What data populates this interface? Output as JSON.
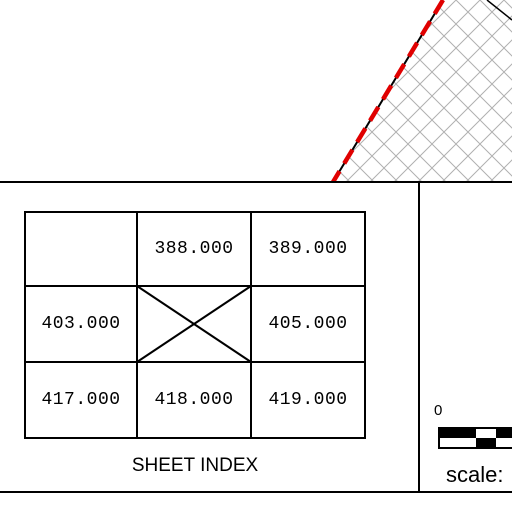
{
  "sheet_index": {
    "title": "SHEET INDEX",
    "rows": [
      [
        "",
        "388.000",
        "389.000"
      ],
      [
        "403.000",
        "",
        "405.000"
      ],
      [
        "417.000",
        "418.000",
        "419.000"
      ]
    ],
    "current_sheet_marker": "X"
  },
  "scale_bar": {
    "zero_label": "0",
    "label": "scale:"
  },
  "colors": {
    "boundary_dash": "#e00000",
    "hatch": "#b0b0b0",
    "line": "#000000"
  }
}
